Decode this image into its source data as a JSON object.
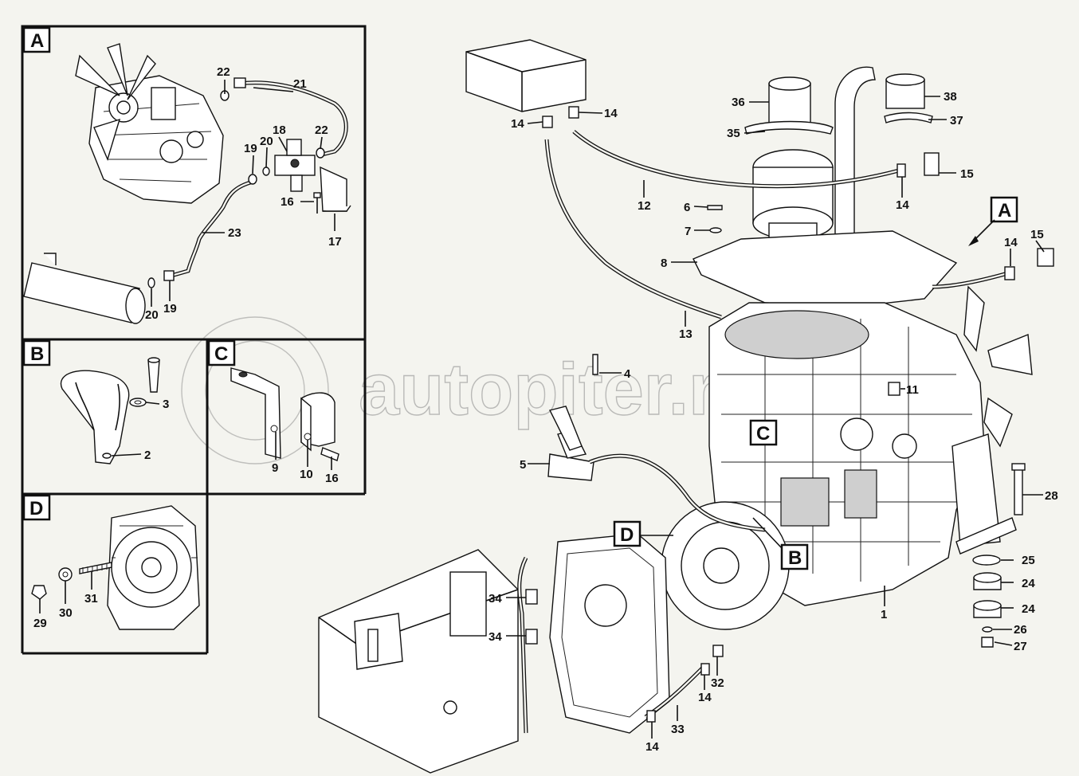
{
  "watermark": "autopiter.ru",
  "insets": [
    {
      "tag": "A"
    },
    {
      "tag": "B"
    },
    {
      "tag": "C"
    },
    {
      "tag": "D"
    }
  ],
  "main_tags": {
    "A": "A",
    "B": "B",
    "C": "C",
    "D": "D"
  },
  "callouts": {
    "inset_a": [
      "22",
      "21",
      "18",
      "22",
      "19",
      "20",
      "16",
      "17",
      "23",
      "20",
      "19"
    ],
    "inset_b": [
      "3",
      "2"
    ],
    "inset_c": [
      "9",
      "10",
      "16"
    ],
    "inset_d": [
      "29",
      "30",
      "31"
    ],
    "main": [
      "14",
      "14",
      "36",
      "35",
      "38",
      "37",
      "15",
      "12",
      "14",
      "6",
      "7",
      "8",
      "14",
      "15",
      "13",
      "4",
      "11",
      "5",
      "28",
      "25",
      "24",
      "24",
      "26",
      "27",
      "1",
      "34",
      "34",
      "32",
      "14",
      "33",
      "14"
    ]
  }
}
